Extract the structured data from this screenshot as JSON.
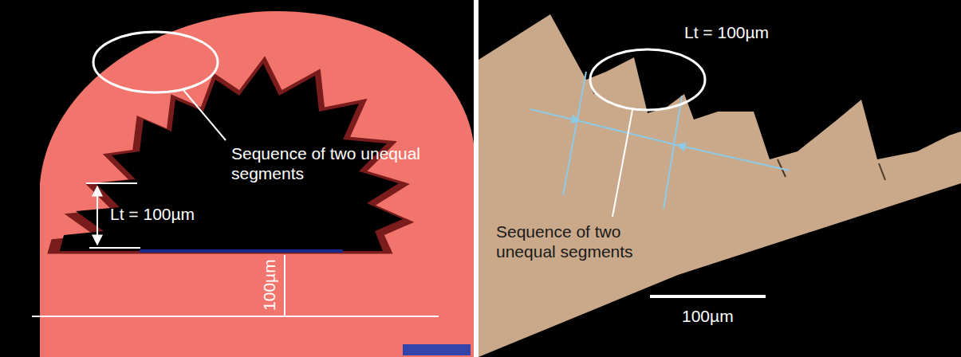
{
  "diagram": {
    "labels": [
      "Sequence of two unequal segments",
      "Lt = 100µm",
      "100µm",
      "Lt = 100µm",
      "Sequence of two unequal segments",
      "100µm"
    ]
  }
}
